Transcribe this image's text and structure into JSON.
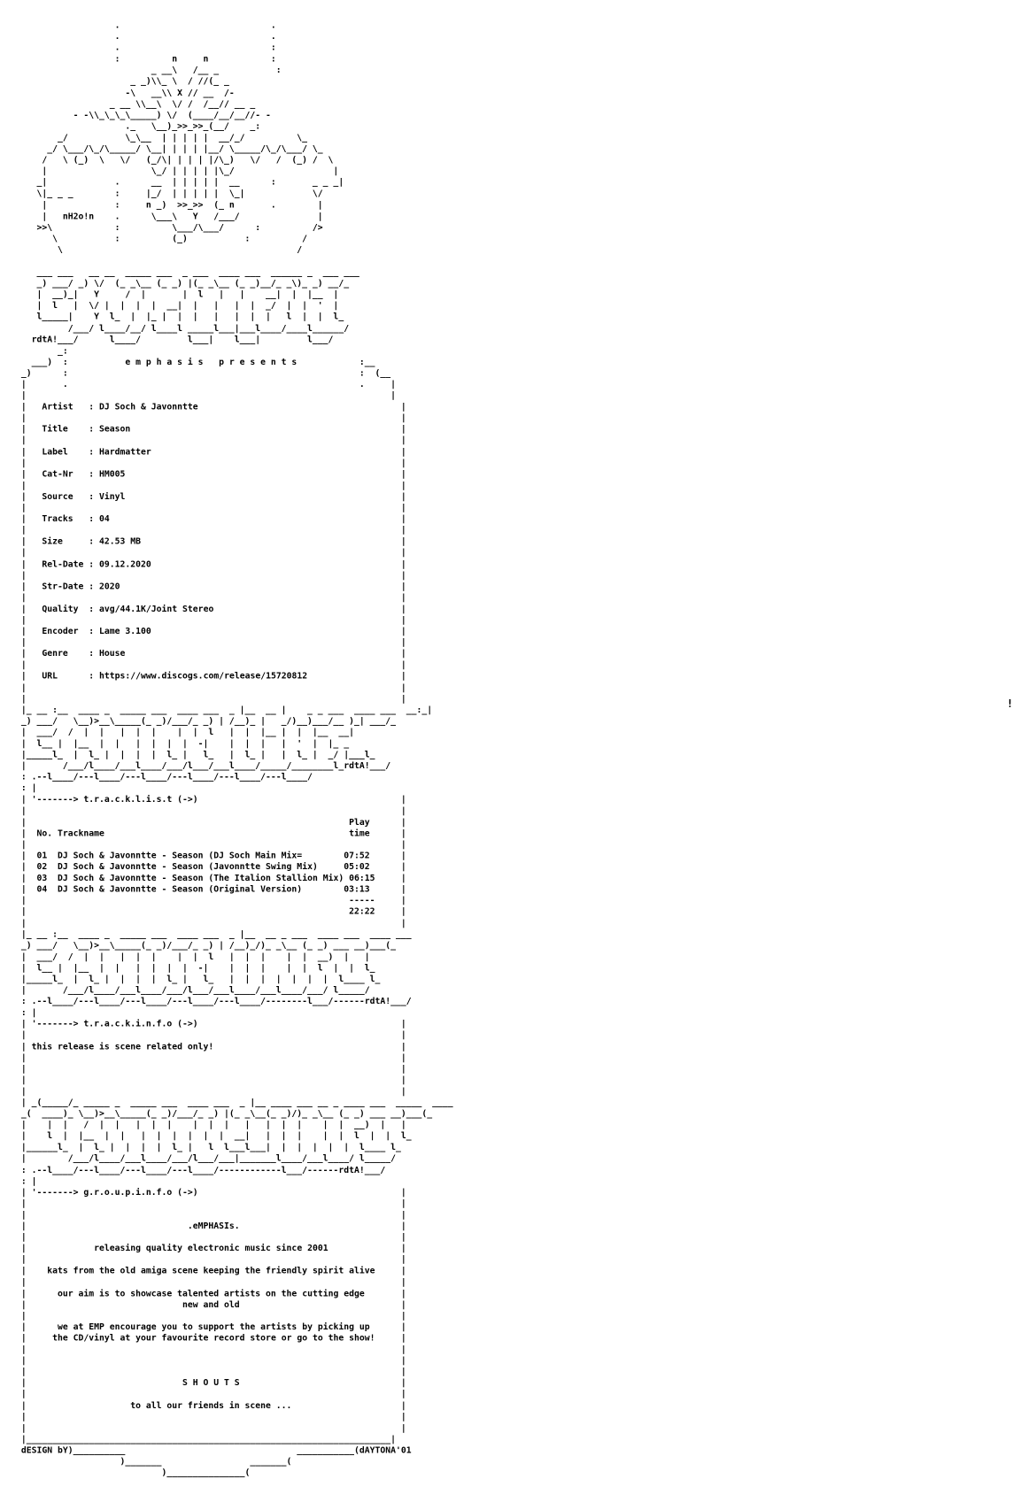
{
  "art": {
    "header": [
      "                   .                             .",
      "                   .                             .",
      "                   .                             :",
      "                   :          n     n            :",
      "                          _ __\\   /__ _           :",
      "                      _ _)\\\\_ \\  / //(_ _",
      "                     -\\   __\\\\ X // __  /-",
      "                  _ __ \\\\__\\  \\/ /  /__// __ _",
      "           - -\\\\_\\_\\_\\_____) \\/  (____/__/__//- -",
      "                     ._   \\__)_>>_>>_(__/    _:",
      "        _/           \\_\\__  | | | | |  __/_/          \\_",
      "      _/ \\___/\\_/\\_____/ \\__| | | | |__/ \\_____/\\_/\\___/ \\_",
      "     /   \\ (_)  \\   \\/   (_/\\| | | | |/\\_)   \\/   /  (_) /  \\",
      "     |                    \\_/ | | | | |\\_/                   |",
      "    _|             .      __  | | | | |  __      :       _ _ _|",
      "    \\|_ _ _        :     |_/  | | | | |  \\_|             \\/",
      "     |             :     n _)  >>_>>  (_ n       .        |",
      "     |   nH2o!n    .      \\___\\   Y   /___/               |",
      "    >>\\            :          \\___/\\___/      :          />",
      "       \\           :          (_)           :          /",
      "        \\                                             /"
    ],
    "logo": [
      "    ___ ___   __ __  _____ ___  _ ___  ____ ___  ______ _  ___ ___",
      "    _) ___/ _) \\/  (_ _\\__ (_ _) |(_ _\\__ (_ _)__/_ _\\)_ _) __/_",
      "    |  __)_|   Y     /  |       |  l   |   |    __|  |  |__  |",
      "    |  l   |  \\/ |  |  |  |  __|  |   |   |  |  _/  |  |  '  |",
      "    l_____|    Y  l_  |  |_ |  |  |   |   |  |  |   l  |  |  l_",
      "          /___/ l____/__/ l____l _____l___|___l____/____l______/",
      "   rdtA!___/      l____/         l___|    l___|         l___/"
    ],
    "intro_frame_top": [
      "        _:",
      "   ___)  :                                                        :__",
      " _)      :                                                        :  (__",
      " |       .                                                        .     |",
      " |                                                                      |"
    ],
    "box_side": " |                                                                      |",
    "tracklist_logo": [
      " |_ __ :__  ____ _  _____ ___  ____ ___  _ |__  __ |    _ _ ___  ____ ___  __:_|",
      " _) ___/   \\__)>__\\_____(_ _)/___/_ _) | /__)_ |   _/)__)___/__ )_| ___/_",
      " |  ___/  /  |  |   |  |  |    |  |  l   |  |  |__ |  |  |__  __|",
      " |  l__ |  |__  |  |   |  |  |  |  -|    |  |  |   |  '  |  |_ _",
      " |_____l_  |  l_ |  |  |  |  l_ |   l_   |  l_ |   |  l_ |  _/ |___l_",
      " |       /___/l____/___l____/___/l___/___l____/_____/________l_rdtA!___/",
      " : .--l____/---l____/---l____/---l____/---l____/---l____/",
      " : |"
    ],
    "trackinfo_logo": [
      " |_ __ :__  ____ _  _____ ___  ____ ___  _ |__  __ _ ___  ____ ___  ____ ___",
      " _) ___/   \\__)>__\\_____(_ _)/___/_ _) | /__)_/)_ _\\__ (_ _) ___ __)___(_",
      " |  ___/  /  |  |   |  |  |    |  |  l   |  |  |    |  |  __)  |   |",
      " |  l__ |  |__  |  |   |  |  |  |  -|    |  |  |    |  |  l  |  |  l_",
      " |_____l_  |  l_ |  |  |  |  l_ |   l_   |  |  |  |  |  |  |  l____ l_",
      " |       /___/l____/___l____/___/l___/___l____/___l____/___/ l_____/",
      " : .--l____/---l____/---l____/---l____/---l____/--------l___/------rdtA!___/",
      " : |"
    ],
    "groupinfo_logo": [
      " | _(_____/_ _____ _  _____ ___  ____ ___  _ |__ ____ ___ __ _ ____ ___  _____  ____",
      " _(  ____)_ \\__)>__\\_____(_ _)/___/_ _) |(_ _\\__(_ _)/)_ _\\__ (_ _) ___ __)___(_",
      " |    |  |   /  |  |   |  |  |    |  |  |   |   |  |  |    |  |  __)  |   |",
      " |    l  |  |__  |  |   |  |  |  |  |  |  __|   |  |  |    |  |  l  |  |  l_",
      " |______l_  |  l_ |  |  |  |  l_ |   l  l___l___|  |  |  |  |  |  l____ l_",
      " |        /___/l____/___l____/___/l___/___|_______l____/___l____/ l_____/",
      " : .--l____/---l____/---l____/---l____/------------l___/------rdtA!___/",
      " : |"
    ],
    "footer": [
      " |______________________________________________________________________|",
      " dESIGN bY)__________                                 ___________(dAYTONA'01",
      "                    )_______                 _______(",
      "                            )_______________("
    ]
  },
  "intro": {
    "presents": "e m p h a s i s   p r e s e n t s"
  },
  "info": {
    "rows": [
      {
        "key": "Artist  ",
        "value": "DJ Soch & Javonntte"
      },
      {
        "key": "Title   ",
        "value": "Season"
      },
      {
        "key": "Label   ",
        "value": "Hardmatter"
      },
      {
        "key": "Cat-Nr  ",
        "value": "HM005"
      },
      {
        "key": "Source  ",
        "value": "Vinyl"
      },
      {
        "key": "Tracks  ",
        "value": "04"
      },
      {
        "key": "Size    ",
        "value": "42.53 MB"
      },
      {
        "key": "Rel-Date",
        "value": "09.12.2020"
      },
      {
        "key": "Str-Date",
        "value": "2020"
      },
      {
        "key": "Quality ",
        "value": "avg/44.1K/Joint Stereo"
      },
      {
        "key": "Encoder ",
        "value": "Lame 3.100"
      },
      {
        "key": "Genre   ",
        "value": "House"
      },
      {
        "key": "URL     ",
        "value": "https://www.discogs.com/release/15720812"
      }
    ]
  },
  "tracklist": {
    "section_label": "'-------> t.r.a.c.k.l.i.s.t (->)",
    "header_play": "Play",
    "header_time": "time",
    "header_no": "No.",
    "header_name": "Trackname",
    "tracks": [
      {
        "no": "01",
        "name": "DJ Soch & Javonntte - Season (DJ Soch Main Mix=",
        "time": "07:52"
      },
      {
        "no": "02",
        "name": "DJ Soch & Javonntte - Season (Javonntte Swing Mix)",
        "time": "05:02"
      },
      {
        "no": "03",
        "name": "DJ Soch & Javonntte - Season (The Italion Stallion Mix)",
        "time": "06:15"
      },
      {
        "no": "04",
        "name": "DJ Soch & Javonntte - Season (Original Version)",
        "time": "03:13"
      }
    ],
    "separator": "-----",
    "total": "22:22"
  },
  "trackinfo": {
    "section_label": "'-------> t.r.a.c.k.i.n.f.o (->)",
    "text": "this release is scene related only!"
  },
  "groupinfo": {
    "section_label": "'-------> g.r.o.u.p.i.n.f.o (->)",
    "group": ".eMPHASIs.",
    "line1": "releasing quality electronic music since 2001",
    "line2": "kats from the old amiga scene keeping the friendly spirit alive",
    "line3a": "our aim is to showcase talented artists on the cutting edge",
    "line3b": "new and old",
    "line4a": "we at EMP encourage you to support the artists by picking up",
    "line4b": "the CD/vinyl at your favourite record store or go to the show!",
    "shouts_title": "S H O U T S",
    "shouts_text": "to all our friends in scene ..."
  },
  "stray_mark": "!"
}
